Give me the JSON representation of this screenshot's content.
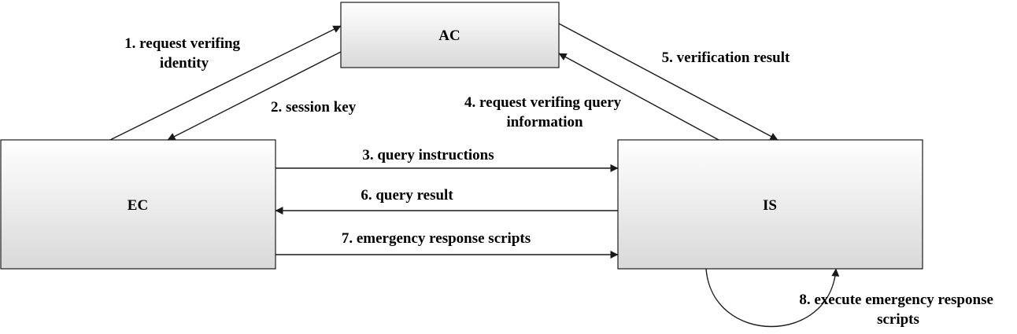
{
  "nodes": {
    "ac": {
      "label": "AC"
    },
    "ec": {
      "label": "EC"
    },
    "is": {
      "label": "IS"
    }
  },
  "edges": {
    "e1": {
      "from": "EC",
      "to": "AC",
      "lines": [
        "1. request verifing",
        "identity"
      ]
    },
    "e2": {
      "from": "AC",
      "to": "EC",
      "lines": [
        "2. session key"
      ]
    },
    "e3": {
      "from": "EC",
      "to": "IS",
      "lines": [
        "3. query instructions"
      ]
    },
    "e4": {
      "from": "IS",
      "to": "AC",
      "lines": [
        "4. request verifing  query",
        "information"
      ]
    },
    "e5": {
      "from": "AC",
      "to": "IS",
      "lines": [
        "5. verification result"
      ]
    },
    "e6": {
      "from": "IS",
      "to": "EC",
      "lines": [
        "6. query result"
      ]
    },
    "e7": {
      "from": "EC",
      "to": "IS",
      "lines": [
        "7. emergency response scripts"
      ]
    },
    "e8": {
      "from": "IS",
      "to": "IS",
      "lines": [
        "8. execute emergency response",
        "scripts"
      ]
    }
  },
  "colors": {
    "box_gradient_top": "#ffffff",
    "box_gradient_bottom": "#d9d9d9",
    "stroke": "#1a1a1a"
  }
}
